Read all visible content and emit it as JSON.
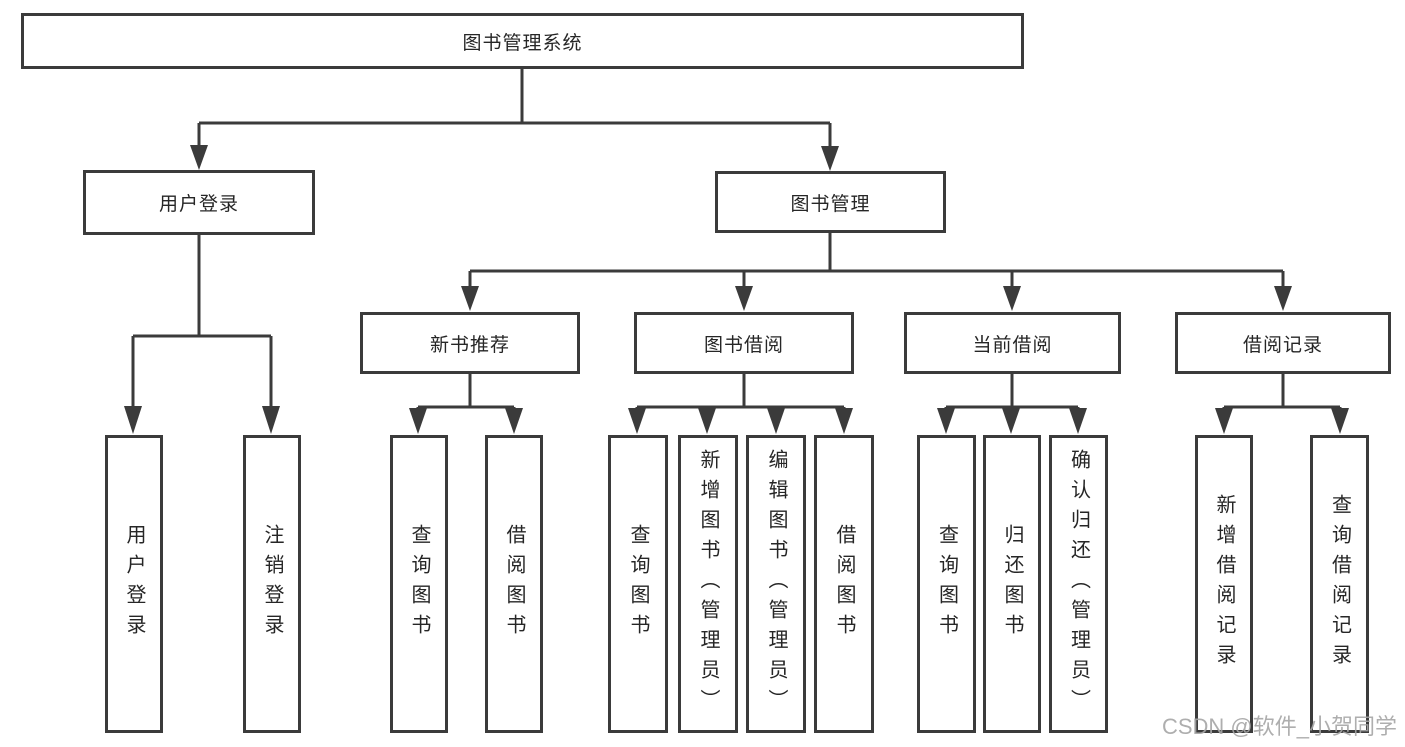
{
  "tree": {
    "label": "图书管理系统",
    "children": [
      {
        "label": "用户登录",
        "children": [
          {
            "label": "用户登录"
          },
          {
            "label": "注销登录"
          }
        ]
      },
      {
        "label": "图书管理",
        "children": [
          {
            "label": "新书推荐",
            "children": [
              {
                "label": "查询图书"
              },
              {
                "label": "借阅图书"
              }
            ]
          },
          {
            "label": "图书借阅",
            "children": [
              {
                "label": "查询图书"
              },
              {
                "label": "新增图书（管理员）"
              },
              {
                "label": "编辑图书（管理员）"
              },
              {
                "label": "借阅图书"
              }
            ]
          },
          {
            "label": "当前借阅",
            "children": [
              {
                "label": "查询图书"
              },
              {
                "label": "归还图书"
              },
              {
                "label": "确认归还（管理员）"
              }
            ]
          },
          {
            "label": "借阅记录",
            "children": [
              {
                "label": "新增借阅记录"
              },
              {
                "label": "查询借阅记录"
              }
            ]
          }
        ]
      }
    ]
  },
  "watermark": "CSDN @软件_小贺同学",
  "colors": {
    "line": "#3b3b3b",
    "text": "#262626",
    "box_bg": "#ffffff",
    "bg": "#ffffff",
    "watermark": "#a6a6a6"
  }
}
